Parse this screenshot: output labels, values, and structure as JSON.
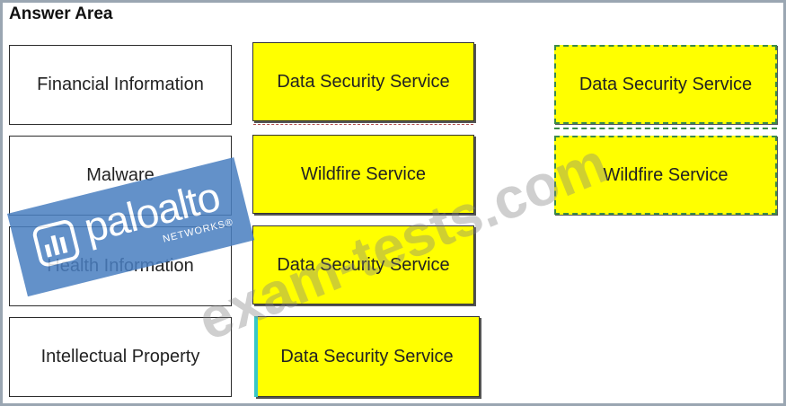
{
  "header": {
    "title": "Answer Area"
  },
  "labels": [
    "Financial Information",
    "Malware",
    "Health Information",
    "Intellectual Property"
  ],
  "answers": [
    "Data Security Service",
    "Wildfire Service",
    "Data Security Service",
    "Data Security Service"
  ],
  "choices": [
    "Data Security Service",
    "Wildfire Service"
  ],
  "watermark": {
    "logo_text": "paloalto",
    "logo_subtext": "NETWORKS®",
    "site_text": "exam-tests.com"
  },
  "colors": {
    "answer_fill": "#ffff00",
    "choice_border": "#3c8b4a",
    "frame_border": "#9aa6b2",
    "logo_blue": "#4a7fc1"
  }
}
